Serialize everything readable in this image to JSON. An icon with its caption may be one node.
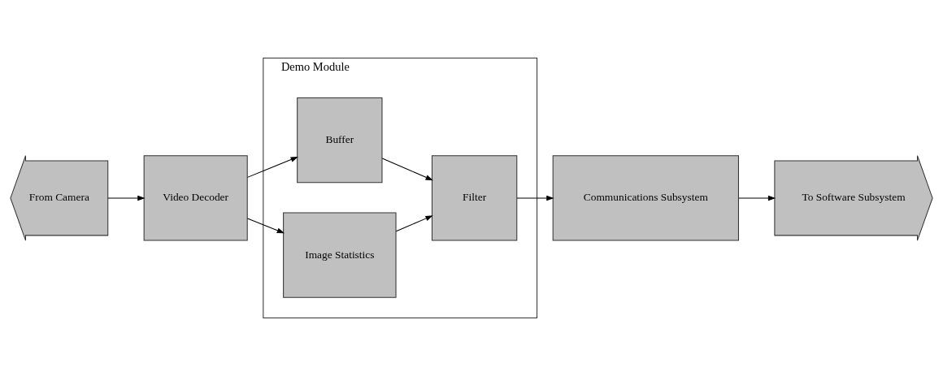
{
  "diagram": {
    "nodes": [
      {
        "text": [
          "From Camera"
        ]
      },
      {
        "text": [
          "Video Decoder"
        ]
      },
      {
        "text": [
          "Demo Module"
        ]
      },
      {
        "text": [
          "Buffer"
        ],
        "in": 2
      },
      {
        "text": [
          "Filter"
        ],
        "in": 2
      },
      {
        "text": [
          "Image Statistics"
        ],
        "in": 2
      },
      {
        "text": [
          "Communications Subsystem"
        ]
      },
      {
        "text": [
          "To Software Subsystem"
        ]
      }
    ],
    "edges": [
      {
        "from": 0,
        "to": 1,
        "arrow": "to"
      },
      {
        "from": 1,
        "to": 3,
        "arrow": "to"
      },
      {
        "from": 1,
        "to": 5,
        "arrow": "to"
      },
      {
        "from": 3,
        "to": 4,
        "arrow": "to"
      },
      {
        "from": 5,
        "to": 4,
        "arrow": "to"
      },
      {
        "from": 4,
        "to": 6,
        "arrow": "to"
      },
      {
        "from": 6,
        "to": 7,
        "arrow": "to"
      }
    ]
  }
}
